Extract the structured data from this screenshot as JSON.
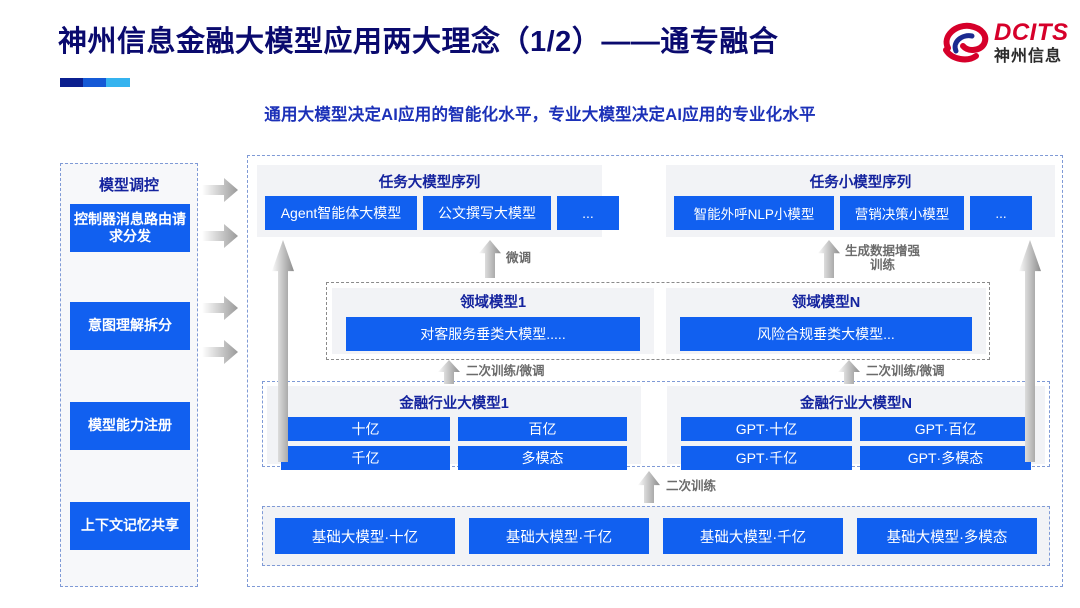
{
  "header": {
    "title": "神州信息金融大模型应用两大理念（1/2）——通专融合",
    "subtitle": "通用大模型决定AI应用的智能化水平，专业大模型决定AI应用的专业化水平",
    "logo_en": "DCITS",
    "logo_cn": "神州信息",
    "logo_icon": "dcits-swirl-logo",
    "accent_blue": "#1160f0",
    "title_blue": "#0a0a6e",
    "subtitle_blue": "#1c31b8",
    "logo_red": "#d6002a"
  },
  "left_column": {
    "title": "模型调控",
    "items": [
      {
        "label": "控制器消息路由请求分发"
      },
      {
        "label": "意图理解拆分"
      },
      {
        "label": "模型能力注册"
      },
      {
        "label": "上下文记忆共享"
      }
    ]
  },
  "task_panels": [
    {
      "title": "任务大模型序列",
      "chips": [
        {
          "label": "Agent智能体大模型",
          "width": 152
        },
        {
          "label": "公文撰写大模型",
          "width": 128
        },
        {
          "label": "...",
          "width": 62
        }
      ]
    },
    {
      "title": "任务小模型序列",
      "chips": [
        {
          "label": "智能外呼NLP小模型",
          "width": 160
        },
        {
          "label": "营销决策小模型",
          "width": 124
        },
        {
          "label": "...",
          "width": 62
        }
      ]
    }
  ],
  "domain_panels": [
    {
      "title": "领域模型1",
      "chip": "对客服务垂类大模型....."
    },
    {
      "title": "领域模型N",
      "chip": "风险合规垂类大模型..."
    }
  ],
  "industry_panels": [
    {
      "title": "金融行业大模型1",
      "chips": [
        "十亿",
        "百亿",
        "千亿",
        "多模态"
      ]
    },
    {
      "title": "金融行业大模型N",
      "chips": [
        "GPT·十亿",
        "GPT·百亿",
        "GPT·千亿",
        "GPT·多模态"
      ]
    }
  ],
  "base_panel": {
    "chips": [
      "基础大模型·十亿",
      "基础大模型·千亿",
      "基础大模型·千亿",
      "基础大模型·多模态"
    ]
  },
  "connectors": {
    "fine_tune": "微调",
    "data_aug_line1": "生成数据增强",
    "data_aug_line2": "训练",
    "retrain_tune_left": "二次训练/微调",
    "retrain_tune_right": "二次训练/微调",
    "retrain": "二次训练"
  }
}
